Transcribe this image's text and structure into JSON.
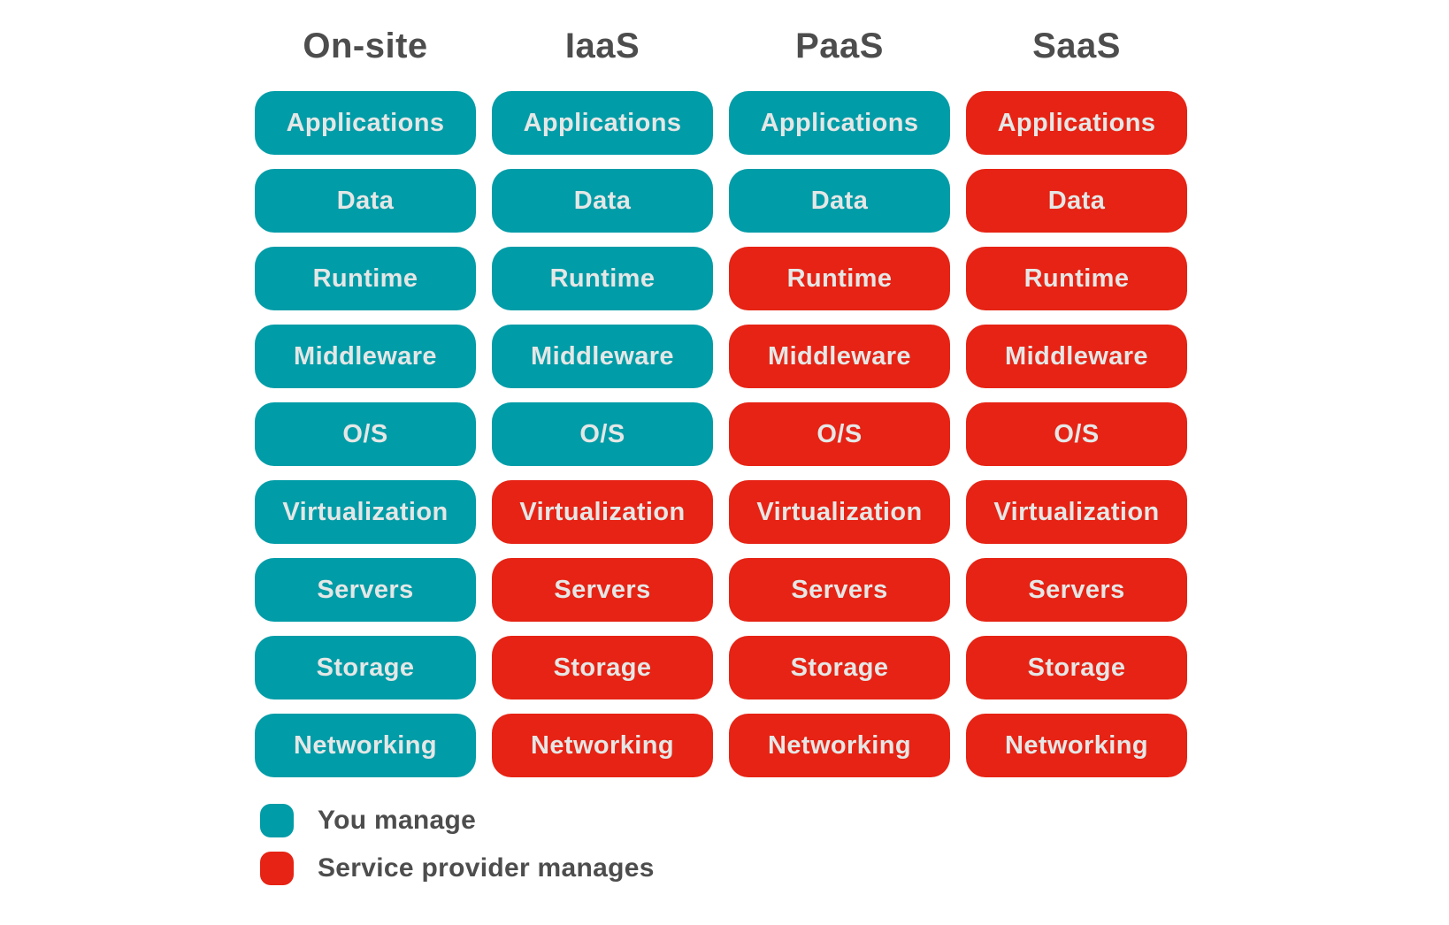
{
  "colors": {
    "you_manage": "#009CA7",
    "provider_manages": "#E62314",
    "pill_text": "#E4E7E6",
    "heading_text": "#4D4D4D"
  },
  "rows": [
    "Applications",
    "Data",
    "Runtime",
    "Middleware",
    "O/S",
    "Virtualization",
    "Servers",
    "Storage",
    "Networking"
  ],
  "columns": [
    {
      "label": "On-site",
      "managed_by": [
        "you",
        "you",
        "you",
        "you",
        "you",
        "you",
        "you",
        "you",
        "you"
      ]
    },
    {
      "label": "IaaS",
      "managed_by": [
        "you",
        "you",
        "you",
        "you",
        "you",
        "provider",
        "provider",
        "provider",
        "provider"
      ]
    },
    {
      "label": "PaaS",
      "managed_by": [
        "you",
        "you",
        "provider",
        "provider",
        "provider",
        "provider",
        "provider",
        "provider",
        "provider"
      ]
    },
    {
      "label": "SaaS",
      "managed_by": [
        "provider",
        "provider",
        "provider",
        "provider",
        "provider",
        "provider",
        "provider",
        "provider",
        "provider"
      ]
    }
  ],
  "legend": [
    {
      "label": "You manage",
      "key": "you"
    },
    {
      "label": "Service provider manages",
      "key": "provider"
    }
  ]
}
